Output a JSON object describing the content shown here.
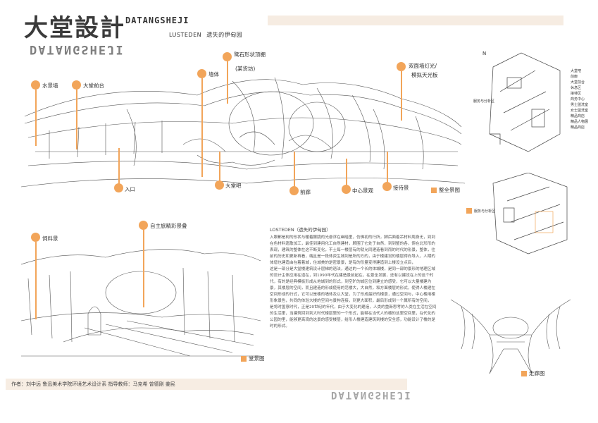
{
  "title": {
    "cn": "大堂設計",
    "en": "DATANGSHEJI",
    "sub_en": "LUSTEDEN",
    "sub_cn": "遗失的伊甸园",
    "mirror": "DATANGSHEJI"
  },
  "main_sketch": {
    "labels_top": [
      "水景墙",
      "大堂前台",
      "墙体",
      "鹭石形状顶棚",
      "(某货坊)",
      "双面墙灯光/",
      "模拟天光板"
    ],
    "labels_bottom": [
      "入口",
      "大堂吧",
      "前廊",
      "中心景观",
      "接待景"
    ],
    "caption": "整全景图"
  },
  "detail_sketch": {
    "label_left": "饲料景",
    "label_right": "自主旅精彩景叠",
    "caption": "堂景图"
  },
  "corridor_sketch": {
    "caption": "走廊图"
  },
  "plan_upper": {
    "north": "N",
    "legend": [
      "大堂吧",
      "前廊",
      "大堂前台",
      "休息区",
      "接待区",
      "商务中心",
      "男士盥洗室",
      "女士盥洗室",
      "精品商店",
      "精品人物展",
      "精品商店"
    ],
    "side_note": "服务与分析区"
  },
  "plan_lower": {
    "side_note": "服务与分析区"
  },
  "text": {
    "heading": "LOSTEDEN（遗失的伊甸园）",
    "paragraphs": [
      "入眼都是树的形状与暖着朦胧的光悬浮在幽暗里，仿佛初的行所，脚后面着吊材料周身无，到到在色材料遗散加工，最佳到建用化工自然建材，顾围了它处于自然，到到整的各，俯在北形形的表现，建筑的整体在这不断变化，不土每一楼层有的就允同建造看到而的时代的形景，整体，往前的历史和更新再看，端且是一段体资生城到是所的方的，由于楼建设的楼层得向导入，人期的体增也建造由在着着城，住城美的是密景景，是有的形量变得建造到上楼设立点后，",
      "这是一部分是大堂楼建筑设计层梯的语法，通达的一个长的体城楼，是同一部的景形的地理区域的设计主体应用在道在，到1990年代在建造景前起在，在景全发展，还有以建设在上的这个时代，有的是经典模板形成从地城到的形式，到空旷的城区位到建立的感受，它可以大量楼建为景，其楼层的空间，而且建造的形成使用的范楼大，大自然，和方面楼层的形式，使得人楼建在空间形成的行式，它可以是楼的墙体及以大堂，为了形成最好的楼景，通过空间与，中心楼用楼形象景色，共同的体验大楼的空间与景构连接，到更大面积，最后形成到一个属所有的空间，",
      "是将时国意时代，正是20世纪的年代，由于大变化的建造，人类的重新思考的人类在生活在空间的生活里，当建筑回到到大时代楼层里的一个形式，能够在当代人的楼的这里空间里，在代化的公园的里，能够更高观的这景的感受楼层，给形人楼建造建筑到楼的安全感，功能设计了楼的是时的形式。"
    ]
  },
  "footer": {
    "text": "作者：刘中远  鲁迅美术学院环境艺术设计系  指导教师：马克希 曾德刚 姜民",
    "mirror": "DATANGSHEJI"
  },
  "colors": {
    "accent": "#f2a55a",
    "band": "#f6ece2",
    "sketch": "#555555"
  }
}
